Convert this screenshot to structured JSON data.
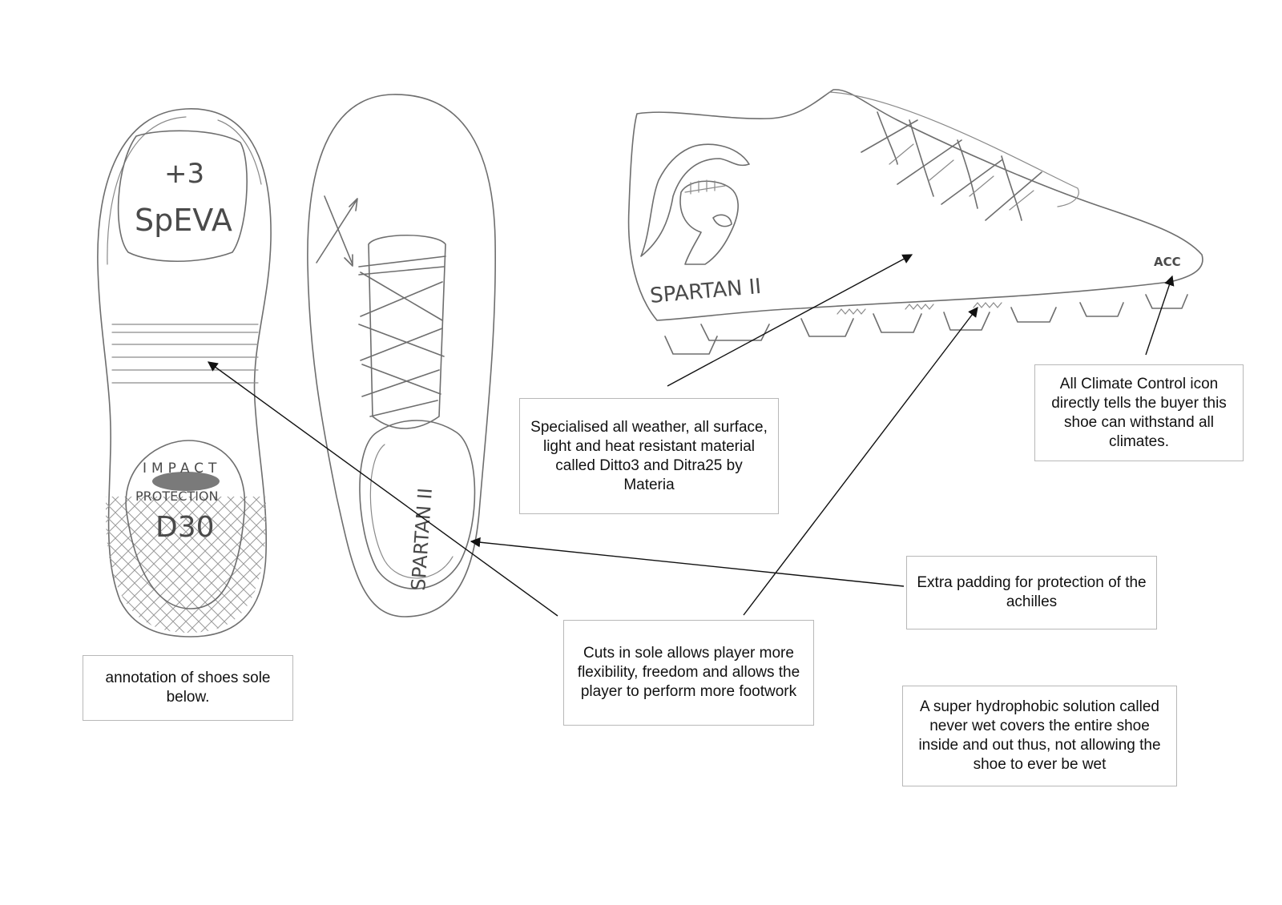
{
  "annotations": {
    "sole_note": "annotation of shoes sole below.",
    "material": "Specialised all weather, all surface, light and heat resistant material called Ditto3 and Ditra25 by Materia",
    "climate_icon": "All Climate Control icon directly tells the buyer this shoe can withstand all climates.",
    "padding": "Extra padding for protection of the achilles",
    "cuts": "Cuts in sole allows player more flexibility, freedom and allows the player to perform more footwork",
    "hydrophobic": "A super hydrophobic solution called never wet covers the entire shoe inside and out thus, not allowing the shoe to ever be wet"
  },
  "sketch_labels": {
    "sole_plus": "+3",
    "sole_speva": "SpEVA",
    "impact_top": "IMPACT",
    "impact_bottom": "PROTECTION",
    "d30": "D30",
    "insole_brand": "SPARTAN II",
    "side_brand": "SPARTAN II",
    "acc_icon": "ACC"
  },
  "colors": {
    "pencil": "#6e6e6e",
    "leader": "#111111",
    "box_border": "#b8b8b8"
  }
}
